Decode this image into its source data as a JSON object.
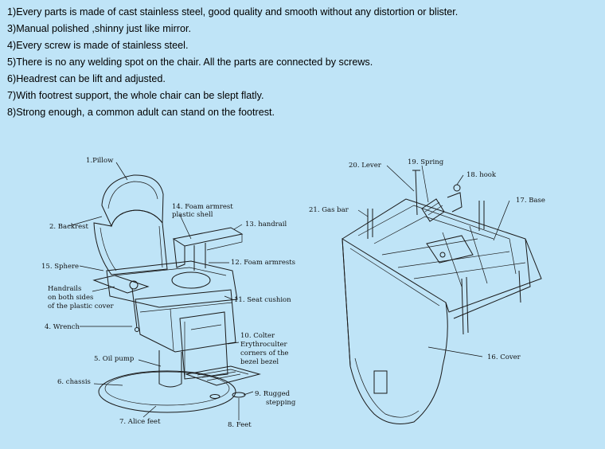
{
  "features": [
    "1)Every parts is made of cast stainless steel, good quality and smooth without any distortion or blister.",
    "3)Manual polished ,shinny just like mirror.",
    "4)Every screw is made of stainless steel.",
    "5)There is no any welding spot on the chair. All the parts are connected by screws.",
    "6)Headrest can be lift and adjusted.",
    "7)With footrest support, the whole chair can be slept flatly.",
    "8)Strong enough, a common adult can stand on the footrest."
  ],
  "chair_labels": {
    "pillow": "1.Pillow",
    "backrest": "2. Backrest",
    "foam_armrest_shell_1": "14. Foam armrest",
    "foam_armrest_shell_2": "plastic shell",
    "handrail": "13. handrail",
    "sphere": "15. Sphere",
    "foam_armrests": "12. Foam armrests",
    "handrails_1": "Handrails",
    "handrails_2": "on both sides",
    "handrails_3": "of the plastic cover",
    "seat_cushion": "11. Seat cushion",
    "wrench": "4. Wrench",
    "colter_1": "10. Colter",
    "colter_2": "Erythroculter",
    "colter_3": "corners of the",
    "colter_4": "bezel bezel",
    "oil_pump": "5. Oil pump",
    "chassis": "6. chassis",
    "rugged_1": "9. Rugged",
    "rugged_2": "stepping",
    "alice_feet": "7. Alice feet",
    "feet": "8. Feet"
  },
  "base_labels": {
    "lever": "20. Lever",
    "spring": "19. Spring",
    "hook": "18. hook",
    "base": "17. Base",
    "gas_bar": "21. Gas bar",
    "cover": "16. Cover"
  }
}
